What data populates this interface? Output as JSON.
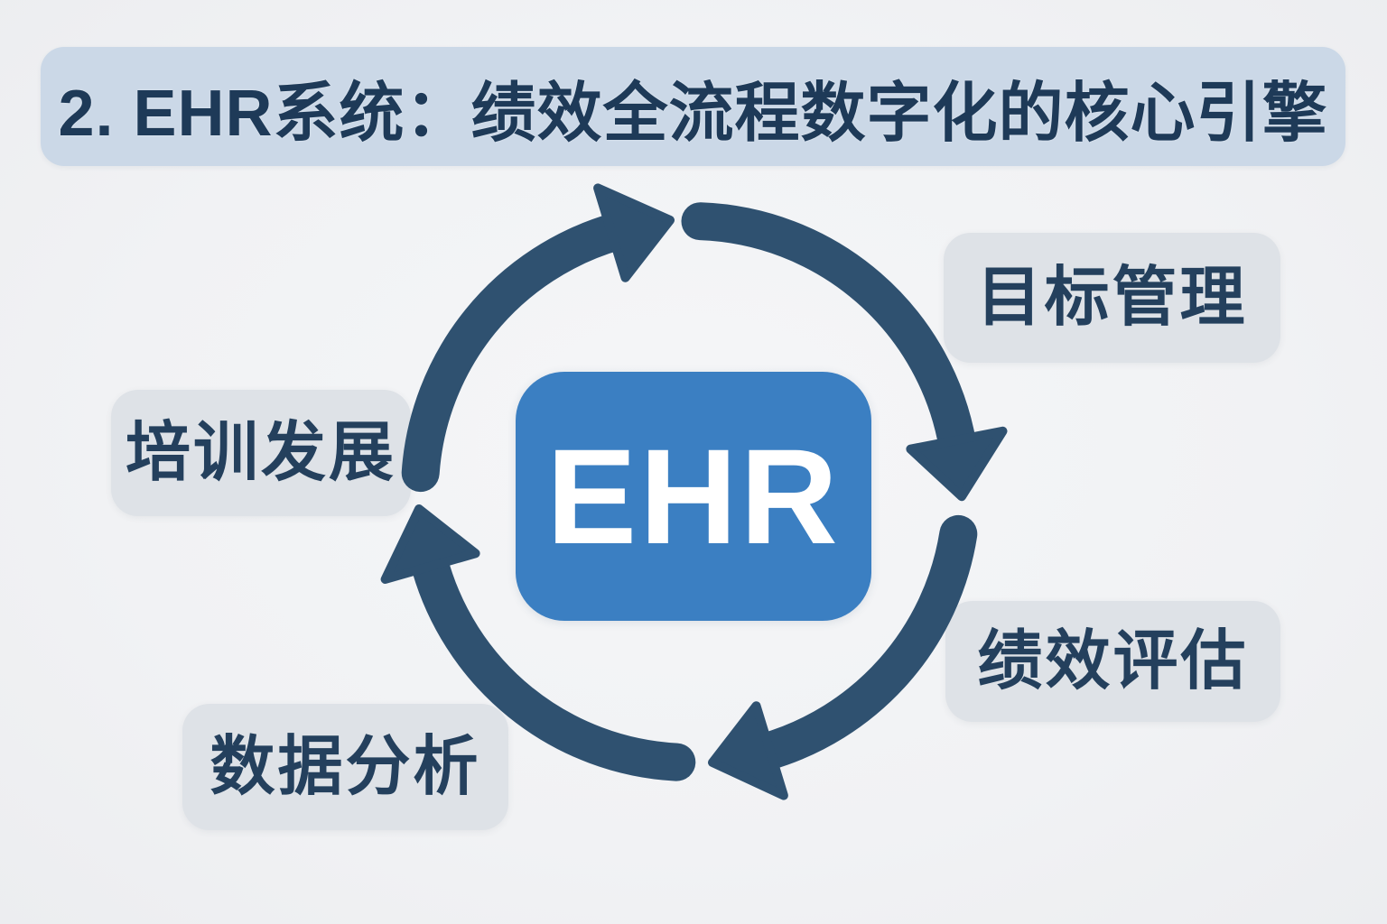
{
  "page": {
    "background": "#f1f2f4"
  },
  "title": {
    "text": "2. EHR系统：绩效全流程数字化的核心引擎",
    "bg_color": "#cbd8e7",
    "text_color": "#1e3a58"
  },
  "center": {
    "label": "EHR",
    "bg_color": "#3b7fc2",
    "text_color": "#ffffff"
  },
  "cycle": {
    "type": "circular-flow",
    "direction": "clockwise",
    "arrow_color": "#2f5170",
    "node_bg_color": "#dee2e7",
    "node_text_color": "#24405d",
    "nodes": [
      {
        "label": "目标管理",
        "position": "top-right"
      },
      {
        "label": "绩效评估",
        "position": "right"
      },
      {
        "label": "数据分析",
        "position": "bottom-left"
      },
      {
        "label": "培训发展",
        "position": "left"
      }
    ]
  }
}
